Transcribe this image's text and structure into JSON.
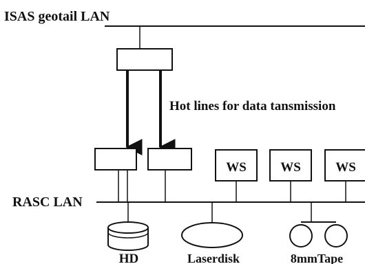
{
  "labels": {
    "top_lan": "ISAS geotail LAN",
    "bottom_lan": "RASC LAN",
    "hot_lines": "Hot lines for data tansmission",
    "hd": "HD",
    "laserdisk": "Laserdisk",
    "tape": "8mmTape"
  },
  "workstations": [
    "WS",
    "WS",
    "WS"
  ],
  "colors": {
    "ink": "#111111",
    "background": "#ffffff"
  }
}
